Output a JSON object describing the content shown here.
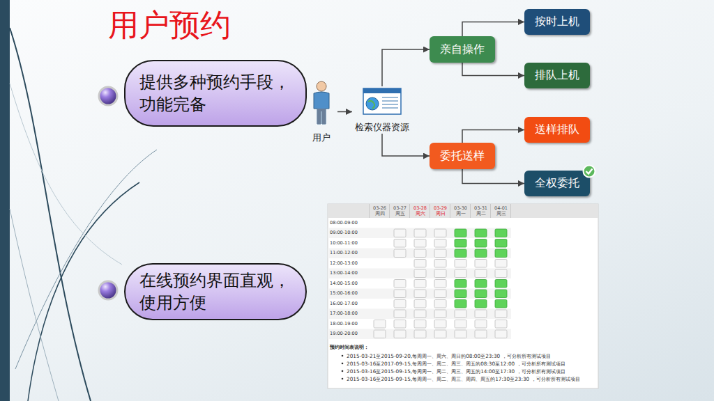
{
  "diagram": {
    "title": "用户预约",
    "nodes": [
      {
        "text": [
          "提供多种预约手段， 功能完备"
        ]
      },
      {
        "text": [
          "用户"
        ]
      },
      {
        "text": [
          "检索仪器资源"
        ]
      },
      {
        "text": [
          "亲自操作"
        ]
      },
      {
        "text": [
          "按时上机"
        ]
      },
      {
        "text": [
          "排队上机"
        ]
      },
      {
        "text": [
          "委托送样"
        ]
      },
      {
        "text": [
          "送样排队"
        ]
      },
      {
        "text": [
          "全权委托"
        ]
      },
      {
        "text": [
          "在线预约界面直观， 使用方便"
        ]
      }
    ],
    "edges": [
      {
        "from": 1,
        "to": 2,
        "arrow": "to"
      },
      {
        "from": 2,
        "to": 3,
        "arrow": "to"
      },
      {
        "from": 2,
        "to": 6,
        "arrow": "to"
      },
      {
        "from": 3,
        "to": 4,
        "arrow": "to"
      },
      {
        "from": 3,
        "to": 5,
        "arrow": "to"
      },
      {
        "from": 6,
        "to": 7,
        "arrow": "to"
      },
      {
        "from": 6,
        "to": 8,
        "arrow": "to"
      }
    ],
    "labels": [
      "03-26",
      "03-27",
      "03-28",
      "03-29",
      "03-30",
      "03-31",
      "04-01",
      "周四",
      "周五",
      "周六",
      "周日",
      "周一",
      "周二",
      "周三",
      "08:00-09:00",
      "09:00-10:00",
      "10:00-11:00",
      "11:00-12:00",
      "12:00-13:00",
      "13:00-14:00",
      "14:00-15:00",
      "15:00-16:00",
      "16:00-17:00",
      "17:00-18:00",
      "18:00-19:00",
      "19:00-20:00",
      "预约时间表说明：",
      "2015-03-21至2015-09-20,每周周一、周六、周日的08:00至23:30 ，可分析所有测试项目",
      "2015-03-16至2017-09-15,每周周一、周二、周三、周五的08:30至12:00 ，可分析所有测试项目",
      "2015-03-16至2015-09-15,每周周一、周二、周三、周五的14:00至17:30 ，可分析所有测试项目",
      "2015-03-16至2015-09-15,每周周一、周二、周三、周四、周五的17:30至23:30 ，可分析所有测试项目"
    ]
  }
}
